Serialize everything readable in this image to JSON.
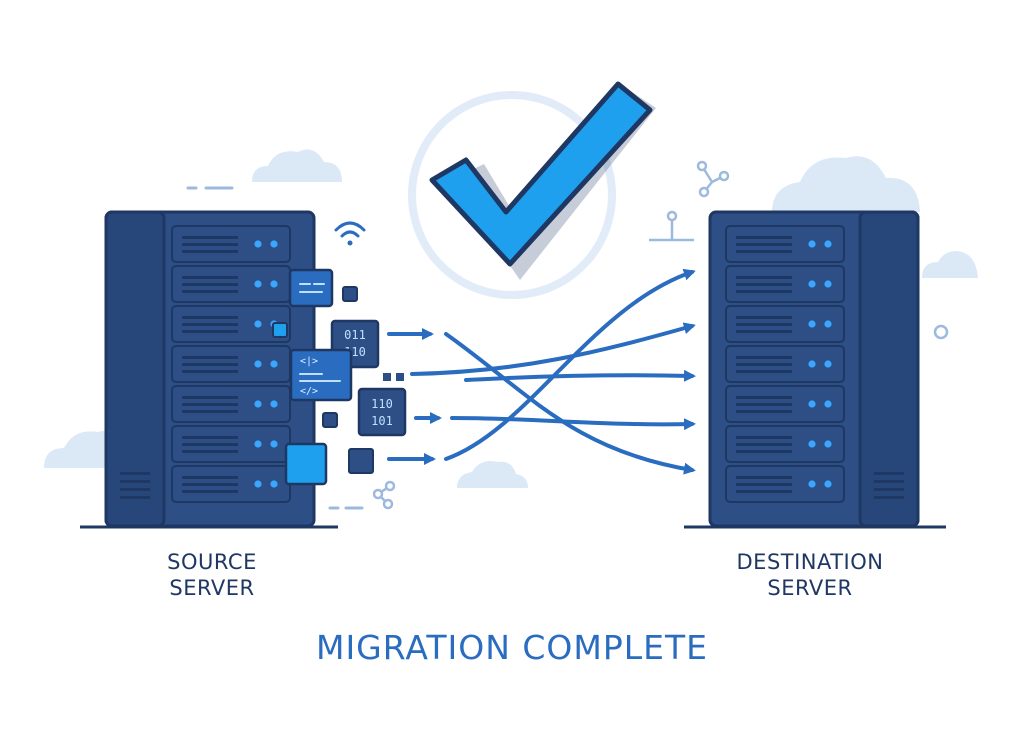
{
  "source": {
    "line1": "SOURCE",
    "line2": "SERVER"
  },
  "destination": {
    "line1": "DESTINATION",
    "line2": "SERVER"
  },
  "status": "MIGRATION COMPLETE",
  "fragments": {
    "binary_a_1": "011",
    "binary_a_2": "110",
    "binary_b_1": "110",
    "binary_b_2": "101",
    "code_tag_open": "<|>",
    "code_tag_close": "</>"
  },
  "icons": [
    "check-icon",
    "wifi-icon",
    "share-icon",
    "cloud-icon"
  ],
  "colors": {
    "server_body": "#2d4f86",
    "server_outline": "#1f3763",
    "accent_blue": "#2a6cc0",
    "check_fill": "#1ea0ee",
    "led": "#3aa7ff",
    "cloud": "#dbe8f6",
    "ring": "#e2ecf8"
  }
}
